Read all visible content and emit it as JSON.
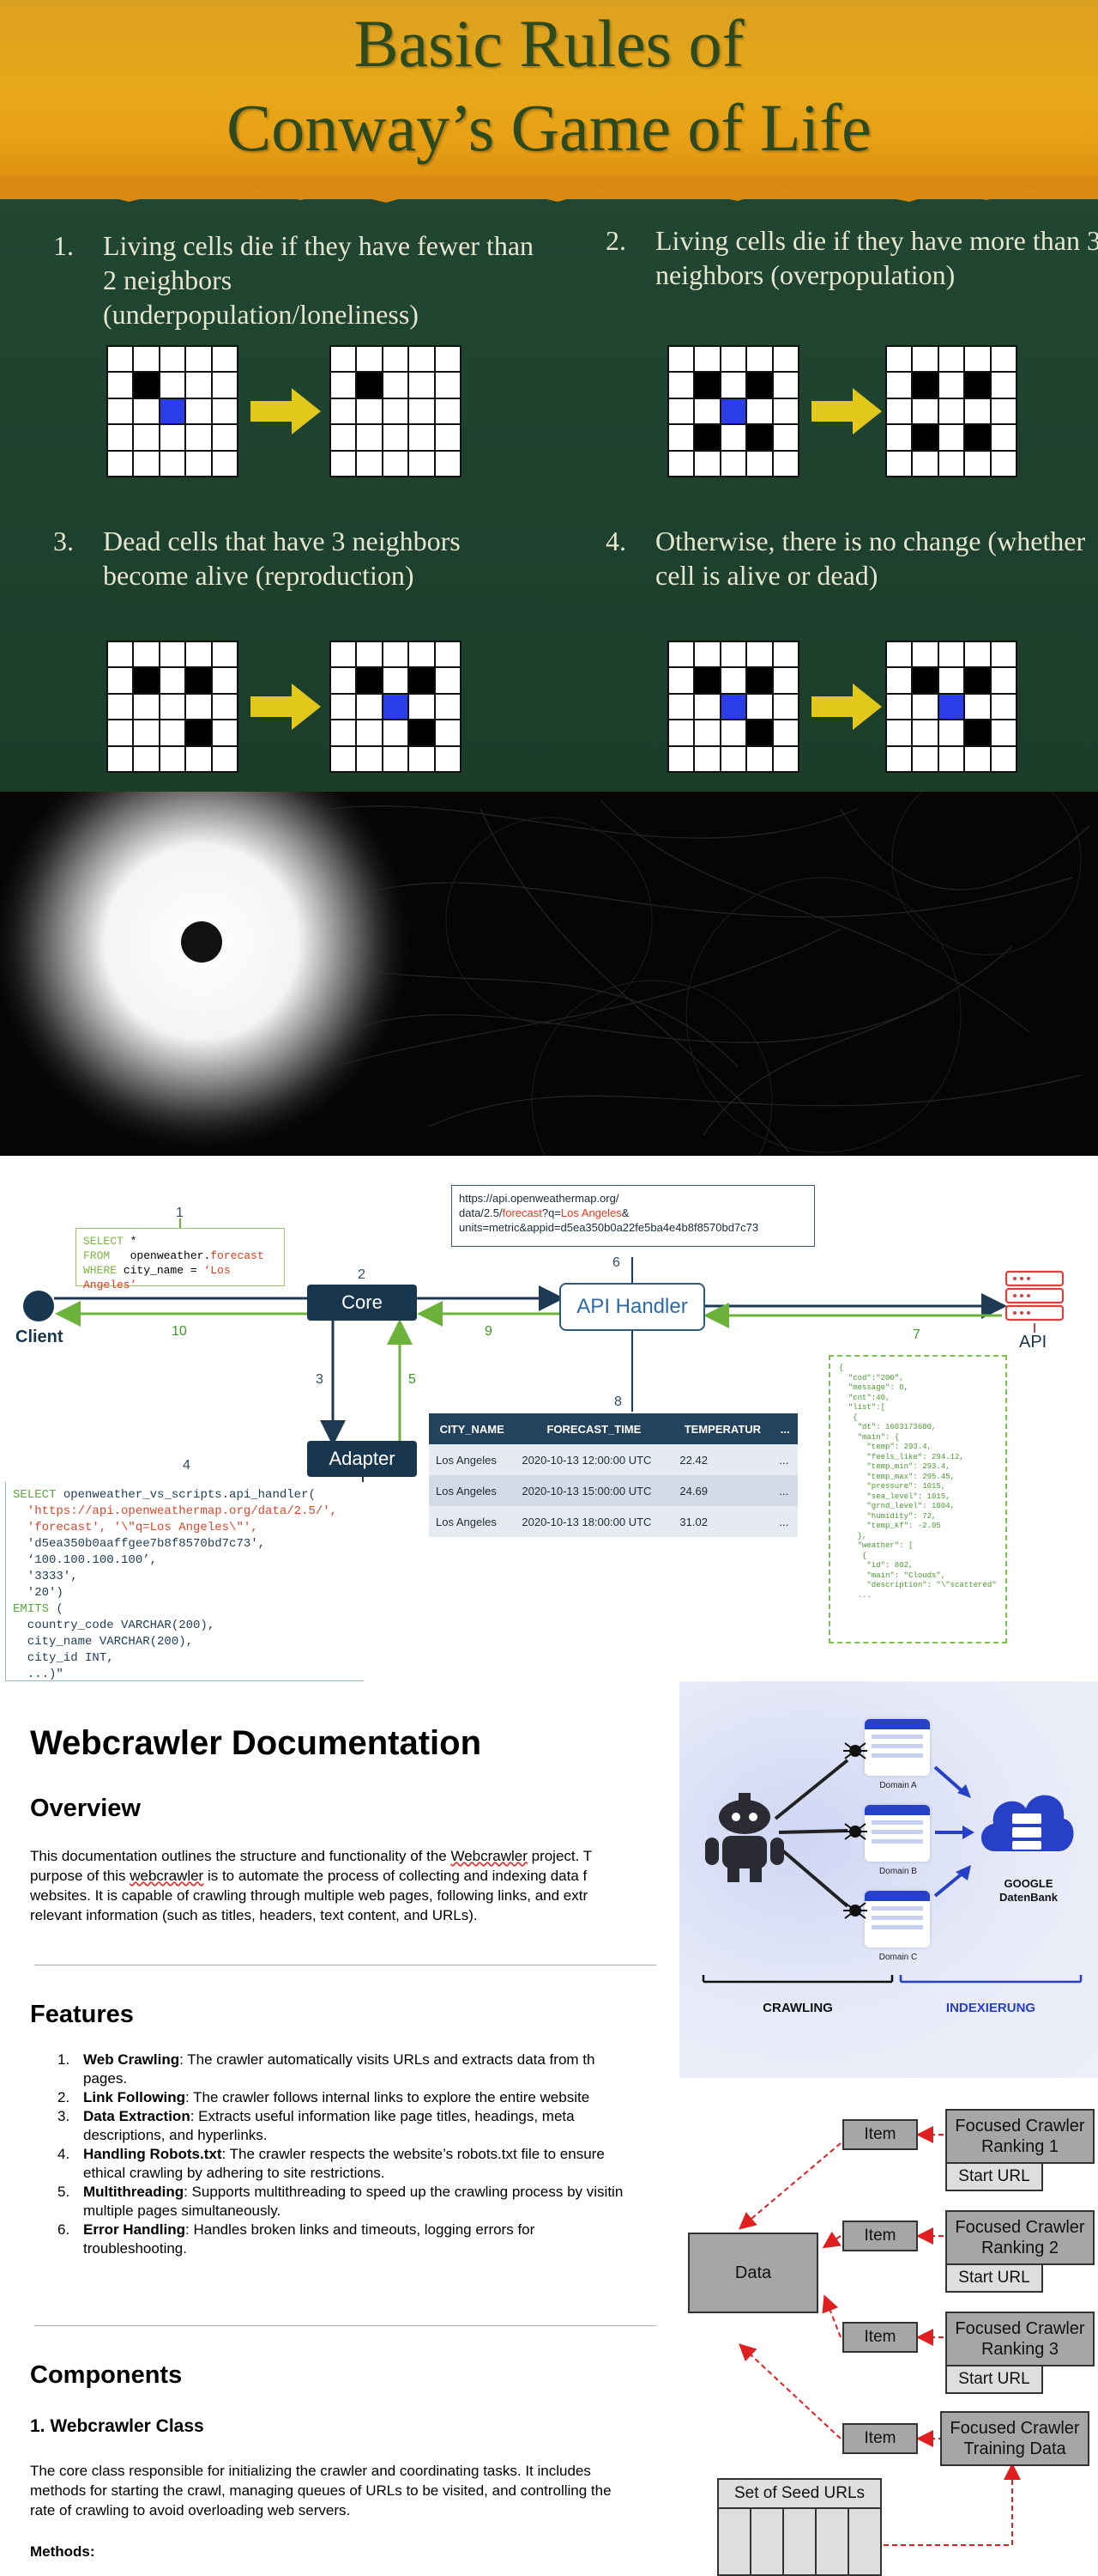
{
  "conway": {
    "title_line1": "Basic Rules of",
    "title_line2": "Conway’s Game of Life",
    "rules": [
      {
        "num": "1.",
        "text": "Living cells die if they have fewer than 2 neighbors (underpopulation/loneliness)"
      },
      {
        "num": "2.",
        "text": "Living cells die if they have more than 3 neighbors (overpopulation)"
      },
      {
        "num": "3.",
        "text": "Dead cells that have 3 neighbors become alive (reproduction)"
      },
      {
        "num": "4.",
        "text": "Otherwise, there is no change (whether cell is alive or dead)"
      }
    ],
    "colors": {
      "alive": "#000000",
      "focus": "#2a3de8",
      "arrow": "#e2c81a",
      "banner": "#e7a819",
      "background": "#1f4430"
    }
  },
  "api_diagram": {
    "labels": {
      "client": "Client",
      "core": "Core",
      "api_handler": "API Handler",
      "adapter": "Adapter",
      "api": "API"
    },
    "steps": [
      "1",
      "2",
      "3",
      "4",
      "5",
      "6",
      "7",
      "8",
      "9",
      "10"
    ],
    "query": {
      "select": "SELECT",
      "select_val": "*",
      "from": "FROM",
      "from_val": "openweather.",
      "from_red": "forecast",
      "where": "WHERE",
      "where_val": "city_name = ",
      "where_red": "‘Los Angeles’"
    },
    "url": {
      "line1": "https://api.openweathermap.org/",
      "line2_pre": "data/2.5/",
      "line2_red1": "forecast",
      "line2_mid": "?q=",
      "line2_red2": "Los Angeles",
      "line2_post": "&",
      "line3": "units=metric&appid=d5ea350b0a22fe5ba4e4b8f8570bd7c73"
    },
    "table": {
      "headers": [
        "CITY_NAME",
        "FORECAST_TIME",
        "TEMPERATUR",
        "..."
      ],
      "rows": [
        [
          "Los Angeles",
          "2020-10-13 12:00:00 UTC",
          "22.42",
          "..."
        ],
        [
          "Los Angeles",
          "2020-10-13 15:00:00 UTC",
          "24.69",
          "..."
        ],
        [
          "Los Angeles",
          "2020-10-13 18:00:00 UTC",
          "31.02",
          "..."
        ]
      ]
    },
    "json_text": "{\n  \"cod\":\"200\",\n  \"message\": 0,\n  \"cnt\":40,\n  \"list\":[\n   {\n    \"dt\": 1603173600,\n    \"main\": {\n      \"temp\": 293.4,\n      \"feels_like\": 294.12,\n      \"temp_min\": 293.4,\n      \"temp_max\": 295.45,\n      \"pressure\": 1015,\n      \"sea_level\": 1015,\n      \"grnd_level\": 1004,\n      \"humidity\": 72,\n      \"temp_kf\": -2.05\n    },\n    \"weather\": [\n     {\n      \"id\": 802,\n      \"main\": \"Clouds\",\n      \"description\": \"\\\"scattered\"\n    ...",
    "sql": {
      "line1_kw": "SELECT",
      "line1_rest": " openweather_vs_scripts.api_handler(",
      "line2": "  'https://api.openweathermap.org/data/2.5/',",
      "line3": "  'forecast', '\\\"q=Los Angeles\\\"',",
      "line4": "  'd5ea350b0aaffgee7b8f8570bd7c73',",
      "line5": "  ‘100.100.100.100’,",
      "line6": "  '3333',",
      "line7": "  '20')",
      "line8_kw": "EMITS",
      "line8_rest": " (",
      "line9": "  country_code VARCHAR(200),",
      "line10": "  city_name VARCHAR(200),",
      "line11": "  city_id INT,",
      "line12": "  ...)\""
    },
    "colors": {
      "dark": "#18364d",
      "green": "#7cb342",
      "red": "#e23a1e",
      "blue": "#2f6aa8",
      "api_icon": "#d94040"
    }
  },
  "document": {
    "title": "Webcrawler Documentation",
    "overview_heading": "Overview",
    "overview_text": [
      "This documentation outlines the structure and functionality of the ",
      "Webcrawler",
      " project. T",
      "purpose of this ",
      "webcrawler",
      " is to automate the process of collecting and indexing data f",
      "websites. It is capable of crawling through multiple web pages, following links, and extr",
      "relevant information (such as titles, headers, text content, and URLs)."
    ],
    "features_heading": "Features",
    "features": [
      {
        "n": "1.",
        "title": "Web Crawling",
        "text": ": The crawler automatically visits URLs and extracts data from th",
        "cont": "pages."
      },
      {
        "n": "2.",
        "title": "Link Following",
        "text": ": The crawler follows internal links to explore the entire website",
        "cont": ""
      },
      {
        "n": "3.",
        "title": "Data Extraction",
        "text": ": Extracts useful information like page titles, headings, meta",
        "cont": "descriptions, and hyperlinks."
      },
      {
        "n": "4.",
        "title": "Handling Robots.txt",
        "text": ": The crawler respects the website’s robots.txt file to ensure",
        "cont": "ethical crawling by adhering to site restrictions."
      },
      {
        "n": "5.",
        "title": "Multithreading",
        "text": ": Supports multithreading to speed up the crawling process by visitin",
        "cont": "multiple pages simultaneously."
      },
      {
        "n": "6.",
        "title": "Error Handling",
        "text": ": Handles broken links and timeouts, logging errors for",
        "cont": "troubleshooting."
      }
    ],
    "components_heading": "Components",
    "class_heading": "1. Webcrawler Class",
    "class_text": [
      "The core class responsible for initializing the crawler and coordinating tasks. It includes",
      "methods for starting the crawl, managing queues of URLs to be visited, and controlling the",
      "rate of crawling to avoid overloading web servers."
    ],
    "methods_label": "Methods:"
  },
  "crawler_illustration": {
    "domains": [
      "Domain A",
      "Domain B",
      "Domain C"
    ],
    "cloud_label_1": "GOOGLE",
    "cloud_label_2": "DatenBank",
    "crawling": "CRAWLING",
    "indexing": "INDEXIERUNG",
    "colors": {
      "accent": "#2740c8",
      "robot": "#2b2b33"
    }
  },
  "focused_crawler": {
    "data": "Data",
    "item": "Item",
    "crawlers": [
      {
        "line1": "Focused Crawler",
        "line2": "Ranking 1",
        "start": "Start URL"
      },
      {
        "line1": "Focused Crawler",
        "line2": "Ranking 2",
        "start": "Start URL"
      },
      {
        "line1": "Focused Crawler",
        "line2": "Ranking 3",
        "start": "Start URL"
      },
      {
        "line1": "Focused Crawler",
        "line2": "Training Data"
      }
    ],
    "seed": "Set of Seed URLs",
    "colors": {
      "box": "#a6a6a6",
      "light_box": "#dedede",
      "arrow": "#e02020"
    }
  }
}
